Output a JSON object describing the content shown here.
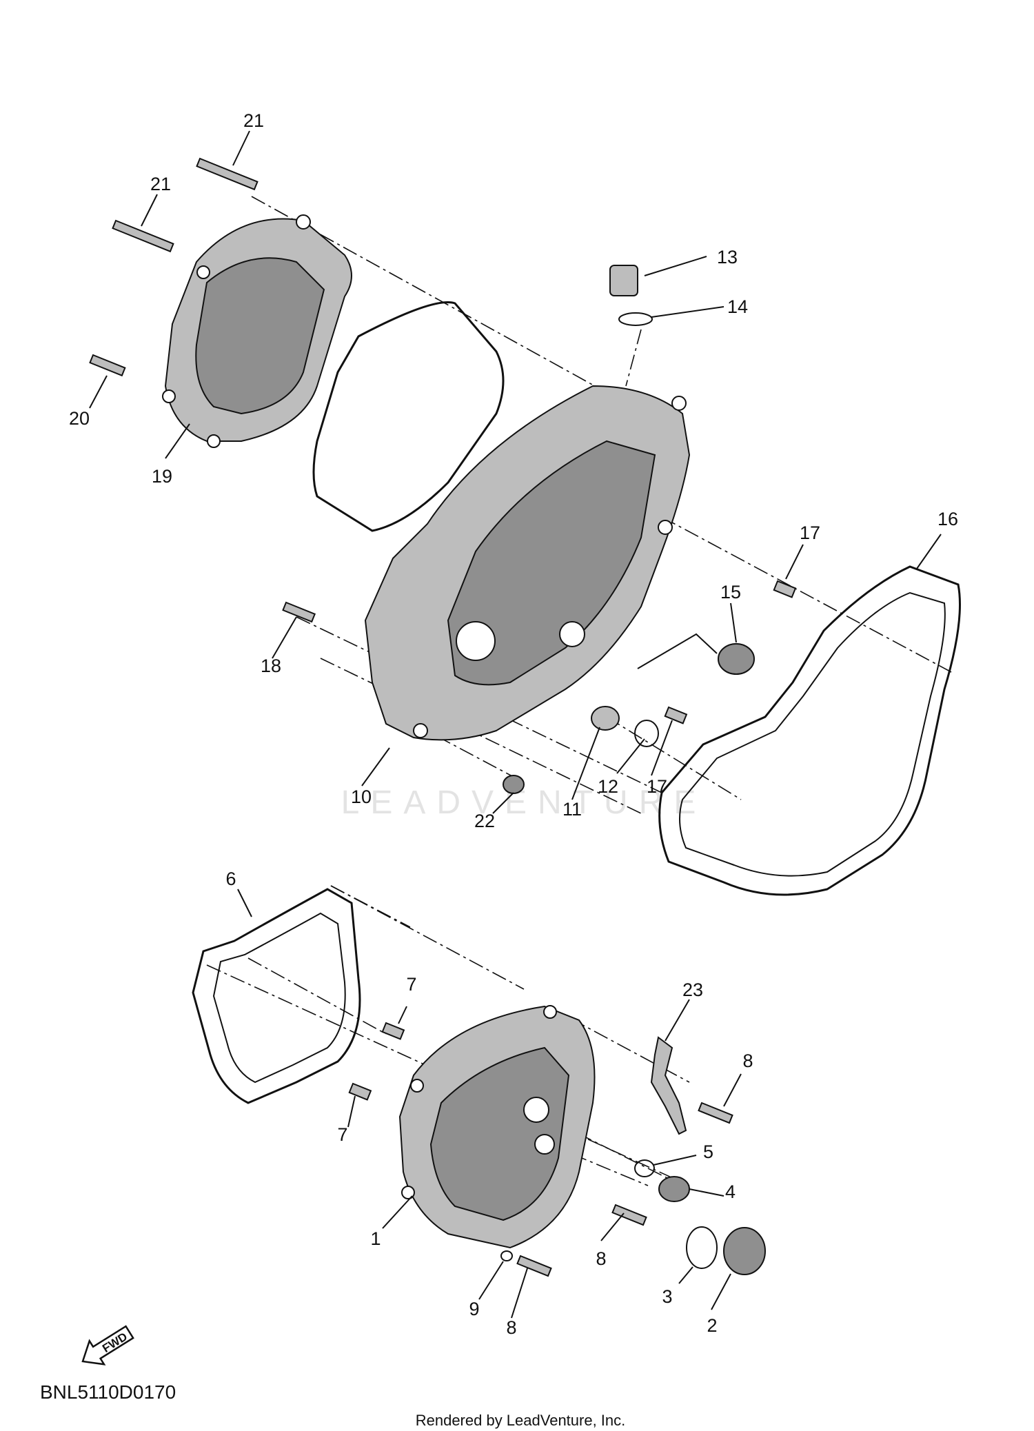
{
  "diagram_code": "BNL5110D0170",
  "credit": "Rendered by LeadVenture, Inc.",
  "watermark": "LEADVENTURE",
  "fwd_label": "FWD",
  "callouts": [
    {
      "id": "c21a",
      "label": "21"
    },
    {
      "id": "c21b",
      "label": "21"
    },
    {
      "id": "c20",
      "label": "20"
    },
    {
      "id": "c19",
      "label": "19"
    },
    {
      "id": "c13",
      "label": "13"
    },
    {
      "id": "c14",
      "label": "14"
    },
    {
      "id": "c17a",
      "label": "17"
    },
    {
      "id": "c16",
      "label": "16"
    },
    {
      "id": "c15",
      "label": "15"
    },
    {
      "id": "c18",
      "label": "18"
    },
    {
      "id": "c10",
      "label": "10"
    },
    {
      "id": "c11",
      "label": "11"
    },
    {
      "id": "c12",
      "label": "12"
    },
    {
      "id": "c17b",
      "label": "17"
    },
    {
      "id": "c22",
      "label": "22"
    },
    {
      "id": "c6",
      "label": "6"
    },
    {
      "id": "c7a",
      "label": "7"
    },
    {
      "id": "c7b",
      "label": "7"
    },
    {
      "id": "c23",
      "label": "23"
    },
    {
      "id": "c8a",
      "label": "8"
    },
    {
      "id": "c5",
      "label": "5"
    },
    {
      "id": "c4",
      "label": "4"
    },
    {
      "id": "c1",
      "label": "1"
    },
    {
      "id": "c8b",
      "label": "8"
    },
    {
      "id": "c3",
      "label": "3"
    },
    {
      "id": "c2",
      "label": "2"
    },
    {
      "id": "c9",
      "label": "9"
    },
    {
      "id": "c8c",
      "label": "8"
    }
  ]
}
